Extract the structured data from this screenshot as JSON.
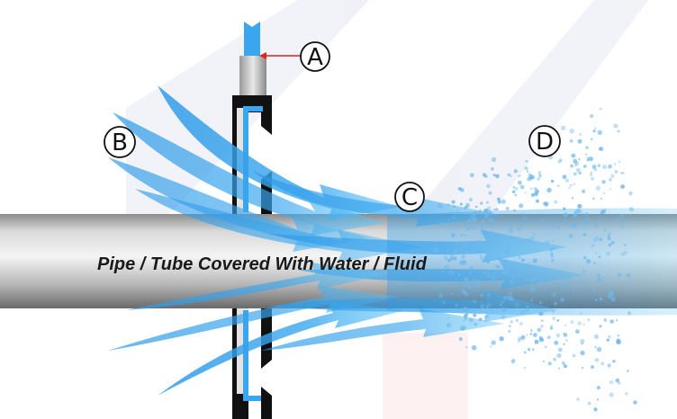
{
  "pipe": {
    "caption": "Pipe / Tube Covered With Water / Fluid"
  },
  "labels": {
    "a": "A",
    "b": "B",
    "c": "C",
    "d": "D"
  },
  "colors": {
    "water": "#3aa6ee",
    "water_dark": "#1f78d1",
    "pipe_light": "#e9e9e9",
    "pipe_dark": "#6e6e6e",
    "nozzle_body": "#111111",
    "pointer": "#e02020",
    "mist": "#6fb8ea"
  }
}
